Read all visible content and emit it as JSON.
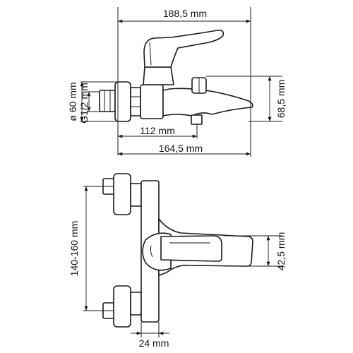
{
  "dimensions": {
    "overall_width": "188,5 mm",
    "flange_diameter": "ø 60 mm",
    "thread": "G1/2 mm",
    "outlet_height": "68,5 mm",
    "center_to_spout": "112 mm",
    "total_depth": "164,5 mm",
    "connection_spacing": "140-160 mm",
    "spout_height": "42,5 mm",
    "body_width": "24 mm"
  },
  "colors": {
    "line": "#1a1a1a",
    "background": "#ffffff"
  }
}
